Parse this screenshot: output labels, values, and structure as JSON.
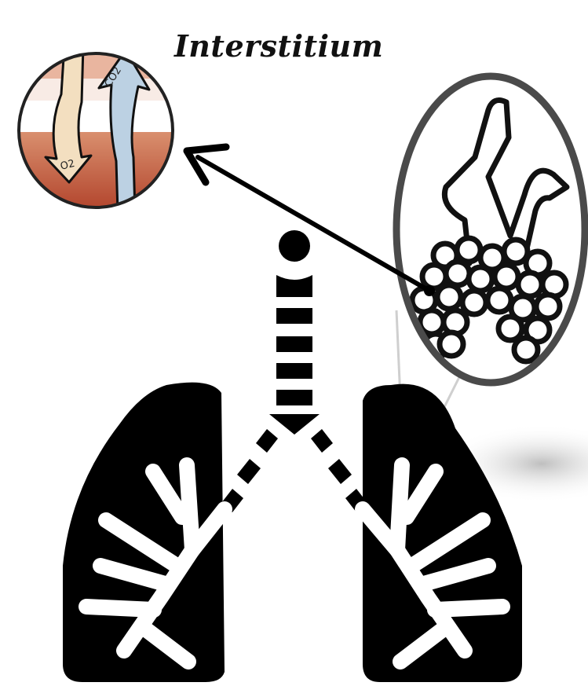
{
  "title": "Interstitium",
  "inset_labels": {
    "oxygen": "O2",
    "carbon_dioxide": "CO2"
  },
  "colors": {
    "lung": "#000000",
    "blood_band": "#c9694c",
    "o2_arrow": "#f3dfc0",
    "co2_arrow": "#bcd1e3",
    "callout_ring": "#4a4a4a"
  }
}
